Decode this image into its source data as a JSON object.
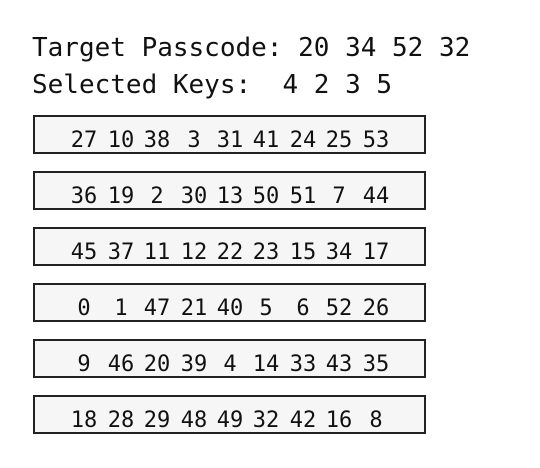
{
  "target": {
    "label": "Target Passcode:",
    "values": "20 34 52 32"
  },
  "selected": {
    "label": "Selected Keys: ",
    "values": "4 2 3 5"
  },
  "rows": [
    [
      "27",
      "10",
      "38",
      "3",
      "31",
      "41",
      "24",
      "25",
      "53"
    ],
    [
      "36",
      "19",
      "2",
      "30",
      "13",
      "50",
      "51",
      "7",
      "44"
    ],
    [
      "45",
      "37",
      "11",
      "12",
      "22",
      "23",
      "15",
      "34",
      "17"
    ],
    [
      "0",
      "1",
      "47",
      "21",
      "40",
      "5",
      "6",
      "52",
      "26"
    ],
    [
      "9",
      "46",
      "20",
      "39",
      "4",
      "14",
      "33",
      "43",
      "35"
    ],
    [
      "18",
      "28",
      "29",
      "48",
      "49",
      "32",
      "42",
      "16",
      "8"
    ]
  ]
}
